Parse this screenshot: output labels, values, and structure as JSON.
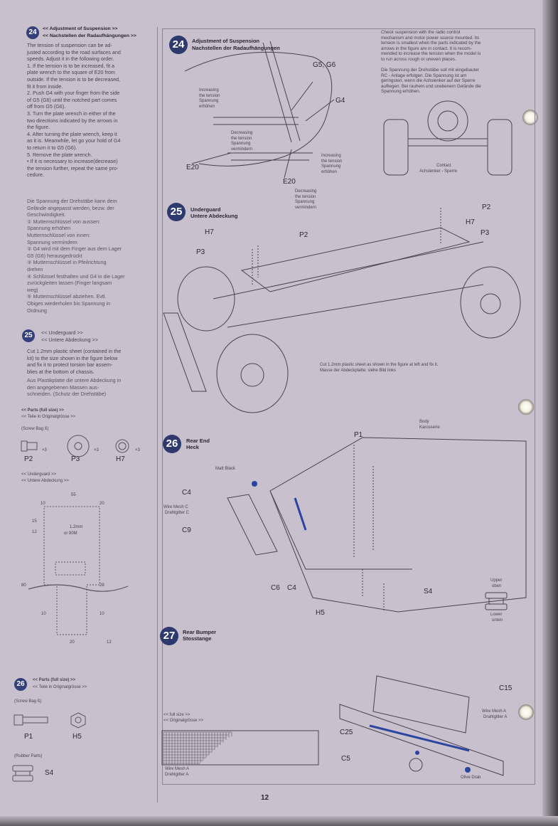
{
  "left": {
    "s24": {
      "num": "24",
      "title_en": "<< Adjustment of Suspension >>",
      "title_de": "<< Nachstellen der Radaufhängungen >>",
      "body_en": [
        "The tension of suspension can be ad-",
        "justed according to the road surfaces and",
        "speeds. Adjust it in the following order.",
        "1. If the tension is to be increased, fit a",
        "plate wrench to the square of E20 from",
        "outside. If the tension is to be decreased,",
        "fit it from inside.",
        "2. Push G4 with your finger from the side",
        "of G5 (G6) until the notched part comes",
        "off from G5 (G6).",
        "3. Turn the plate wrench in either of the",
        "two directions indicated by the arrows in",
        "the figure.",
        "4. After turning the plate wrench, keep it",
        "as it is. Meanwhile, let go your hold of G4",
        "to return it to G5 (G6).",
        "5. Remove the plate wrench.",
        "• If it is necessary to increase(decrease)",
        "the tension further, repeat the same pro-",
        "cedure."
      ],
      "body_de": [
        "Die Spannung der Drehstäbe kann dem",
        "Gelände angepasst werden, bezw. der",
        "Geschwindigkeit.",
        "① Mutternschlüssel von aussen:",
        "Spannung erhöhen",
        "Mutternschlüssel von innen:",
        "Spannung vermindern",
        "② G4 wird mit dem Finger aus dem Lager",
        "G5 (G6) herausgedrückt",
        "③ Mutternschlüssel in Pfeilrichtung",
        "drehen",
        "④ Schlüssel festhalten und G4 in die Lager",
        "zurückgleiten lassen (Finger langsam",
        "weg)",
        "⑤ Mutternschlüssel abziehen. Evtl.",
        "Obiges wiederholen bis Spannung in",
        "Ordnung"
      ]
    },
    "s25": {
      "num": "25",
      "title_en": "<< Underguard >>",
      "title_de": "<< Untere Abdeckung >>",
      "body_en": [
        "Cut 1.2mm plastic sheet (contained in the",
        "kit) to the size shown in the figure below",
        "and fix it to protect torsion bar assem-",
        "blies at the bottom of chassis."
      ],
      "body_de": [
        "Aus Plastikplatte die untere Abdeckung in",
        "den angegebenen Massen aus-",
        "schneiden. (Schutz der Drehstäbe)"
      ],
      "parts_en": "<< Parts (full size) >>",
      "parts_de": "<< Teile in Originalgrösse >>",
      "bag": "(Screw Bag ß)",
      "parts": [
        {
          "label": "P2",
          "qty": "×3"
        },
        {
          "label": "P3",
          "qty": "×3"
        },
        {
          "label": "H7",
          "qty": "×3"
        }
      ],
      "underguard_en": "<< Underguard >>",
      "underguard_de": "<< Untere Abdeckung >>",
      "dims": [
        "55",
        "10",
        "20",
        "15",
        "12",
        "10",
        "28",
        "20",
        "10",
        "80",
        "12"
      ],
      "dim_note": "1.2mm",
      "dim_note2": "or 80M"
    },
    "s26": {
      "num": "26",
      "parts_en": "<< Parts (full size) >>",
      "parts_de": "<< Teile in Originalgrösse >>",
      "bag": "(Screw Bag ß)",
      "parts": [
        {
          "label": "P1"
        },
        {
          "label": "H5"
        }
      ],
      "rubber": "(Rubber Parts)",
      "rubber_part": "S4"
    }
  },
  "right": {
    "s24": {
      "num": "24",
      "title_en": "Adjustment of Suspension",
      "title_de": "Nachstellen der Radaufhängungen",
      "labels": {
        "g5g6": "G5, G6",
        "g4": "G4",
        "e20a": "E20",
        "e20b": "E20",
        "inc1": [
          "Increasing",
          "the tension",
          "Spannung",
          "erhöhen"
        ],
        "dec1": [
          "Decreasing",
          "the tension",
          "Spannung",
          "vermindern"
        ],
        "inc2": [
          "Increasing",
          "the tension",
          "Spannung",
          "erhöhen"
        ],
        "dec2": [
          "Decreasing",
          "the tension",
          "Spannung",
          "vermindern"
        ]
      },
      "note_en": [
        "Check suspension with the radio control",
        "mechanism and motor power source mounted. Its",
        "tension is smallest when the parts indicated by the",
        "arrows in the figure are in contact. It is recom-",
        "mended to increase the tension when the model is",
        "to run across rough or uneven places."
      ],
      "note_de": [
        "Die Spannung der Drehstäbe soll mit eingebauter",
        "RC - Anlage erfolgen. Die Spannung ist am",
        "geringsten, wenn die Achslenker auf der Sperre",
        "aufliegen. Bei rauhem und unebenem Gelände die",
        "Spannung erhöhen."
      ],
      "contact": "Contact",
      "contact_de": "Achslenker - Sperre"
    },
    "s25": {
      "num": "25",
      "title_en": "Underguard",
      "title_de": "Untere Abdeckung",
      "labels": {
        "p2a": "P2",
        "h7a": "H7",
        "p3a": "P3",
        "h7b": "H7",
        "p2b": "P2",
        "p3b": "P3"
      },
      "note": [
        "Cut 1.2mm plastic sheet as shown in the figure at left and fix it.",
        "Masse der Abdeckplatte: siehe Bild links"
      ]
    },
    "s26": {
      "num": "26",
      "title_en": "Rear End",
      "title_de": "Heck",
      "labels": {
        "p1": "P1",
        "body": "Body",
        "body_de": "Karosserie",
        "matt": "Matt Black",
        "c4a": "C4",
        "mesh": "Wire Mesh C",
        "mesh_de": "Drahtgitter C",
        "c9": "C9",
        "c6": "C6",
        "c4b": "C4",
        "h5": "H5",
        "s4": "S4",
        "upper": "Upper",
        "upper_de": "oben",
        "lower": "Lower",
        "lower_de": "unten"
      }
    },
    "s27": {
      "num": "27",
      "title_en": "Rear Bumper",
      "title_de": "Stosstange",
      "labels": {
        "c15": "C15",
        "mesh": "Wire Mesh A",
        "mesh_de": "Drahtgitter A",
        "c25": "C25",
        "c5": "C5",
        "olive": "Olive Drab"
      },
      "full_en": "<< full size >>",
      "full_de": "<< Originalgrösse >>",
      "mesh_caption": "Wire Mesh A",
      "mesh_caption_de": "Drahtgitter A"
    }
  },
  "page_number": "12",
  "colors": {
    "paper": "#c8c0cc",
    "step_badge": "#2e3a6e",
    "accent_blue": "#2a44a0"
  }
}
